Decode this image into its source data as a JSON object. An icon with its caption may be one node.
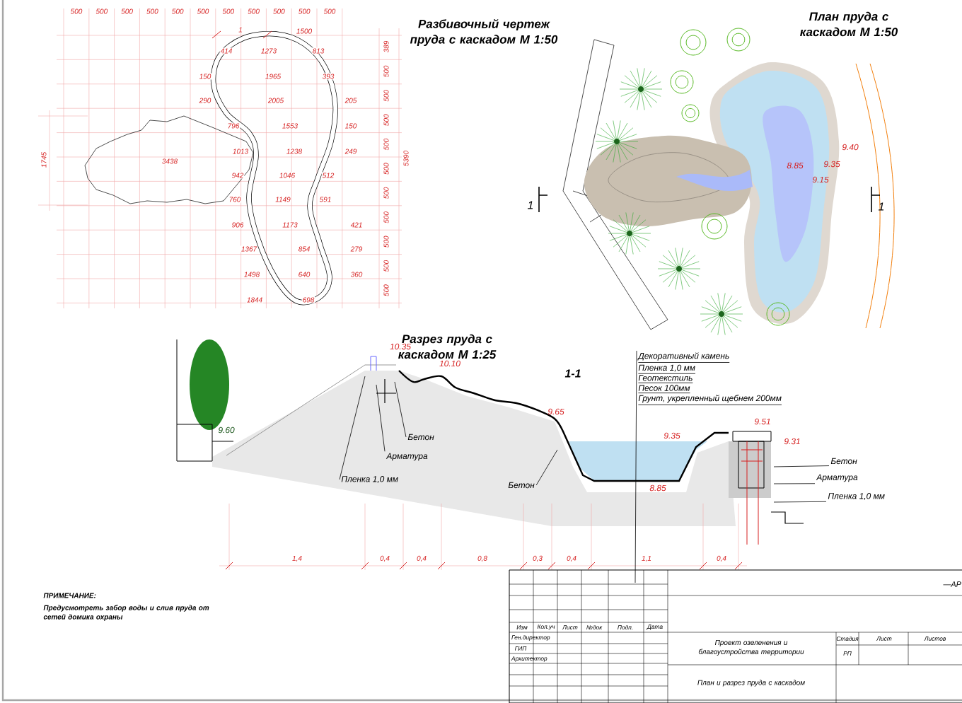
{
  "diagram": {
    "nodes": [
      {
        "text": [
          "Декоративный камень",
          "Пленка 1,0 мм",
          "Геотекстиль",
          "Песок 100мм",
          "Грунт, укрепленный щебнем 200мм"
        ]
      },
      {
        "text": [
          "Бетон"
        ]
      },
      {
        "text": [
          "Арматура"
        ]
      },
      {
        "text": [
          "Пленка 1,0 мм"
        ]
      },
      {
        "text": [
          "Бетон"
        ]
      },
      {
        "text": [
          "Бетон"
        ]
      },
      {
        "text": [
          "Арматура"
        ]
      },
      {
        "text": [
          "Пленка 1,0 мм"
        ]
      }
    ],
    "edges": [
      {
        "from": 0,
        "to": null,
        "arrow": "none"
      },
      {
        "from": 1,
        "to": null,
        "arrow": "none"
      },
      {
        "from": 2,
        "to": null,
        "arrow": "none"
      },
      {
        "from": 3,
        "to": null,
        "arrow": "none"
      },
      {
        "from": 4,
        "to": null,
        "arrow": "none"
      },
      {
        "from": 5,
        "to": null,
        "arrow": "none"
      },
      {
        "from": 6,
        "to": null,
        "arrow": "none"
      },
      {
        "from": 7,
        "to": null,
        "arrow": "none"
      }
    ],
    "labels": [
      "500",
      "500",
      "500",
      "500",
      "500",
      "500",
      "500",
      "500",
      "500",
      "500",
      "500",
      "Разбивочный чертеж пруда с каскадом М 1:50",
      "План пруда с каскадом М 1:50",
      "1",
      "1500",
      "414",
      "1273",
      "813",
      "150",
      "1965",
      "393",
      "290",
      "2005",
      "205",
      "796",
      "1553",
      "150",
      "1013",
      "1238",
      "249",
      "942",
      "1046",
      "512",
      "760",
      "1149",
      "591",
      "906",
      "1173",
      "421",
      "1367",
      "854",
      "279",
      "1498",
      "640",
      "360",
      "1844",
      "698",
      "3438",
      "1745",
      "389",
      "500",
      "500",
      "500",
      "500",
      "500",
      "500",
      "500",
      "500",
      "500",
      "500",
      "5390",
      "9.40",
      "8.85",
      "9.35",
      "9.15",
      "1",
      "1",
      "Разрез пруда с каскадом М 1:25",
      "1-1",
      "10.35",
      "10.10",
      "9.60",
      "9.65",
      "9.51",
      "9.35",
      "9.31",
      "8.85",
      "1,4",
      "0,4",
      "0,4",
      "0,8",
      "0,3",
      "0,4",
      "1,1",
      "0,4",
      "ПРИМЕЧАНИЕ:",
      "Предусмотреть забор воды и слив пруда от сетей домика охраны",
      "—АР",
      "Изм",
      "Кол.уч",
      "Лист",
      "№док",
      "Подп.",
      "Дата",
      "Ген.директор",
      "ГИП",
      "Архитектор",
      "Проект озеленения и благоустройства территории",
      "Стадия",
      "Лист",
      "Листов",
      "РП",
      "План и разрез пруда с каскадом"
    ]
  }
}
